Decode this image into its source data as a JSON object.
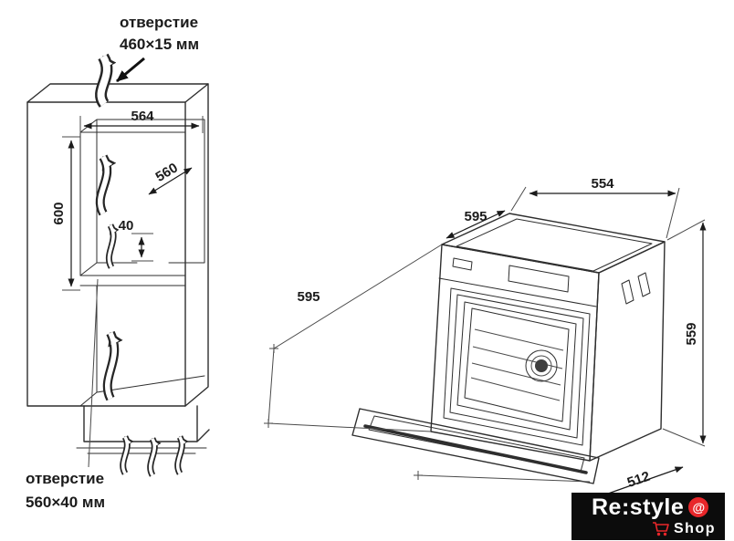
{
  "cabinet": {
    "top_opening": {
      "label": "отверстие",
      "size": "460×15 мм"
    },
    "bottom_opening": {
      "label": "отверстие",
      "size": "560×40 мм"
    },
    "dims": {
      "top_width": "564",
      "depth": "560",
      "height": "600",
      "gap": "40"
    }
  },
  "oven": {
    "dims": {
      "top_width": "554",
      "depth_top": "595",
      "depth_left": "595",
      "height": "559",
      "bottom_depth": "512"
    }
  },
  "logo": {
    "brand": "Re:style",
    "at": "@",
    "sub": "Shop"
  }
}
